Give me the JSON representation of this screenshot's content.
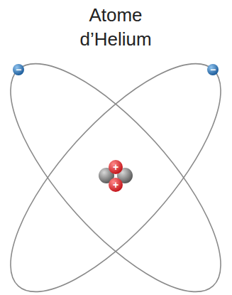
{
  "diagram": {
    "title": "Atome d’Helium",
    "labels": [
      "−",
      "−",
      "+",
      "+"
    ]
  }
}
